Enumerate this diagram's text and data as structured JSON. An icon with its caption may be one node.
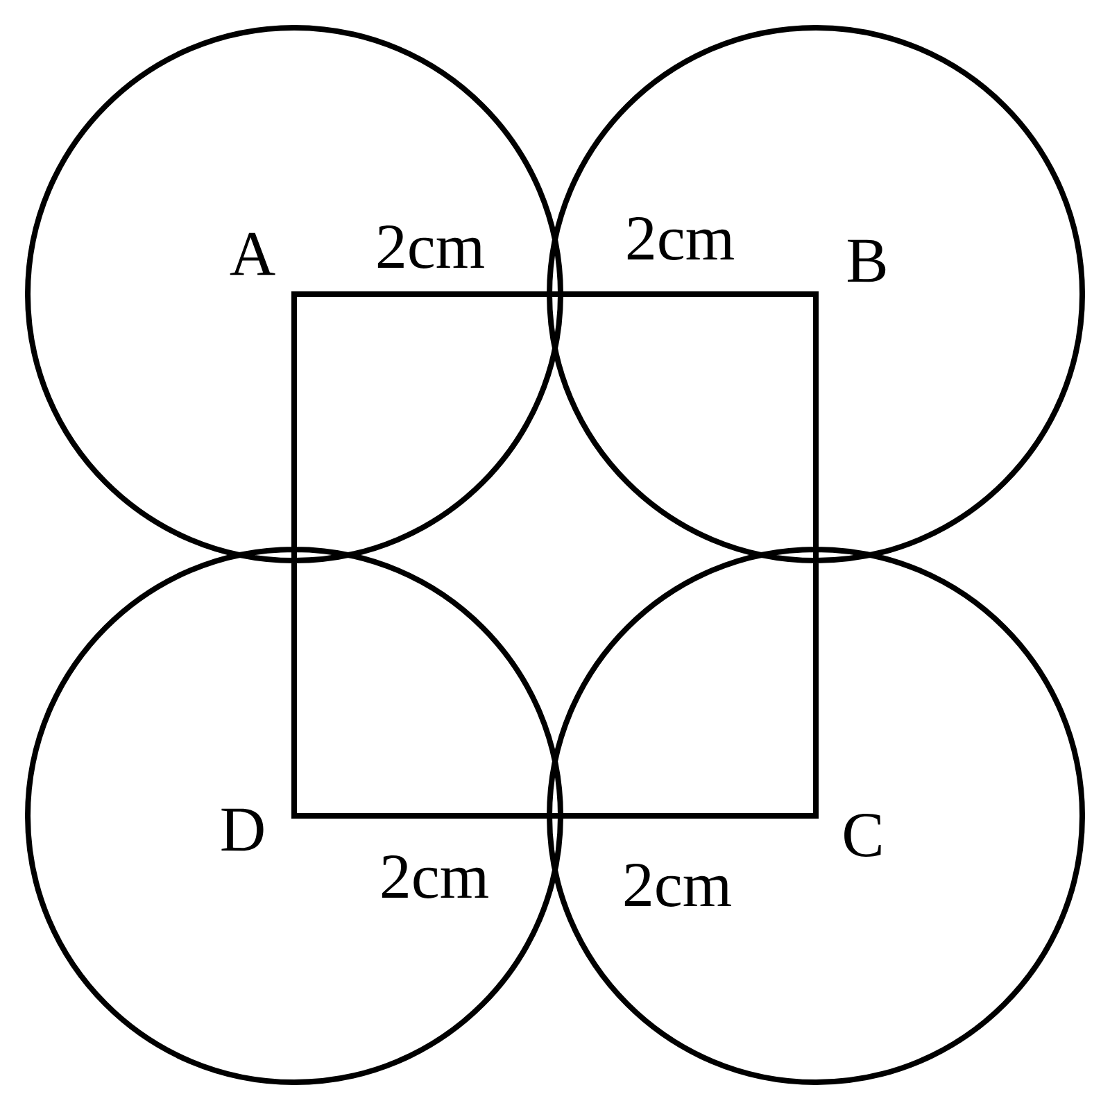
{
  "diagram": {
    "labels": [
      "A",
      "2cm",
      "2cm",
      "B",
      "D",
      "C",
      "2cm",
      "2cm"
    ]
  }
}
